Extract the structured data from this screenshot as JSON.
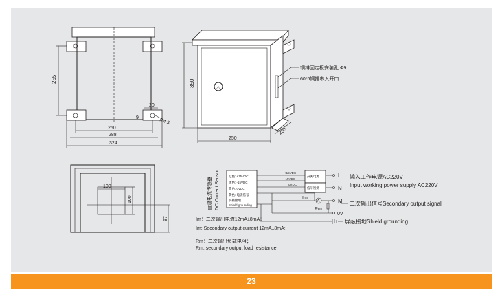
{
  "front_view": {
    "dim_height": "255",
    "dim_slot": "20",
    "dim_hole": "9",
    "dim_radius": "R4.5",
    "dim_250": "250",
    "dim_288": "288",
    "dim_324": "324"
  },
  "iso_view": {
    "dim_height": "350",
    "dim_width": "250",
    "dim_depth": "200",
    "label_mounting_hole": "铜排固定板安装孔:Φ9",
    "label_busbar_entry": "60*6铜排串入开口"
  },
  "section_view": {
    "dim_window_w": "100",
    "dim_window_h": "100",
    "dim_bottom": "87"
  },
  "sensor": {
    "title_cn": "直流电流传感器",
    "title_en": "DC Current Sensor",
    "pins": [
      "红色: +15VDC",
      "黑色: -15VDC",
      "白色: 0VDC",
      "黄色: 电流信号",
      "屏蔽接地"
    ],
    "shield_label": "Shield grounding"
  },
  "power_module": {
    "label_plus15": "+15VDC",
    "label_minus15": "-15VDC",
    "label_0v": "0VDC",
    "box1_text": "开关电源",
    "box2_text": "信号检测"
  },
  "terminals": {
    "L": "L",
    "N": "N",
    "M": "M",
    "0V": "0V",
    "Im": "Im",
    "A": "A",
    "Rm": "Rm"
  },
  "legend": {
    "input_cn": "输入工作电源AC220V",
    "input_en": "Input working power supply AC220V",
    "output_signal": "二次输出信号Secondary output signal",
    "shield": "屏蔽接地Shield grounding"
  },
  "notes": [
    "Im：二次输出电流12mA±8mA；",
    "Im: Secondary output current 12mA±8mA;",
    "Rm：二次输出负载电阻；",
    "Rm: secondary output load resistance;"
  ],
  "footer": {
    "page_number": "23"
  }
}
